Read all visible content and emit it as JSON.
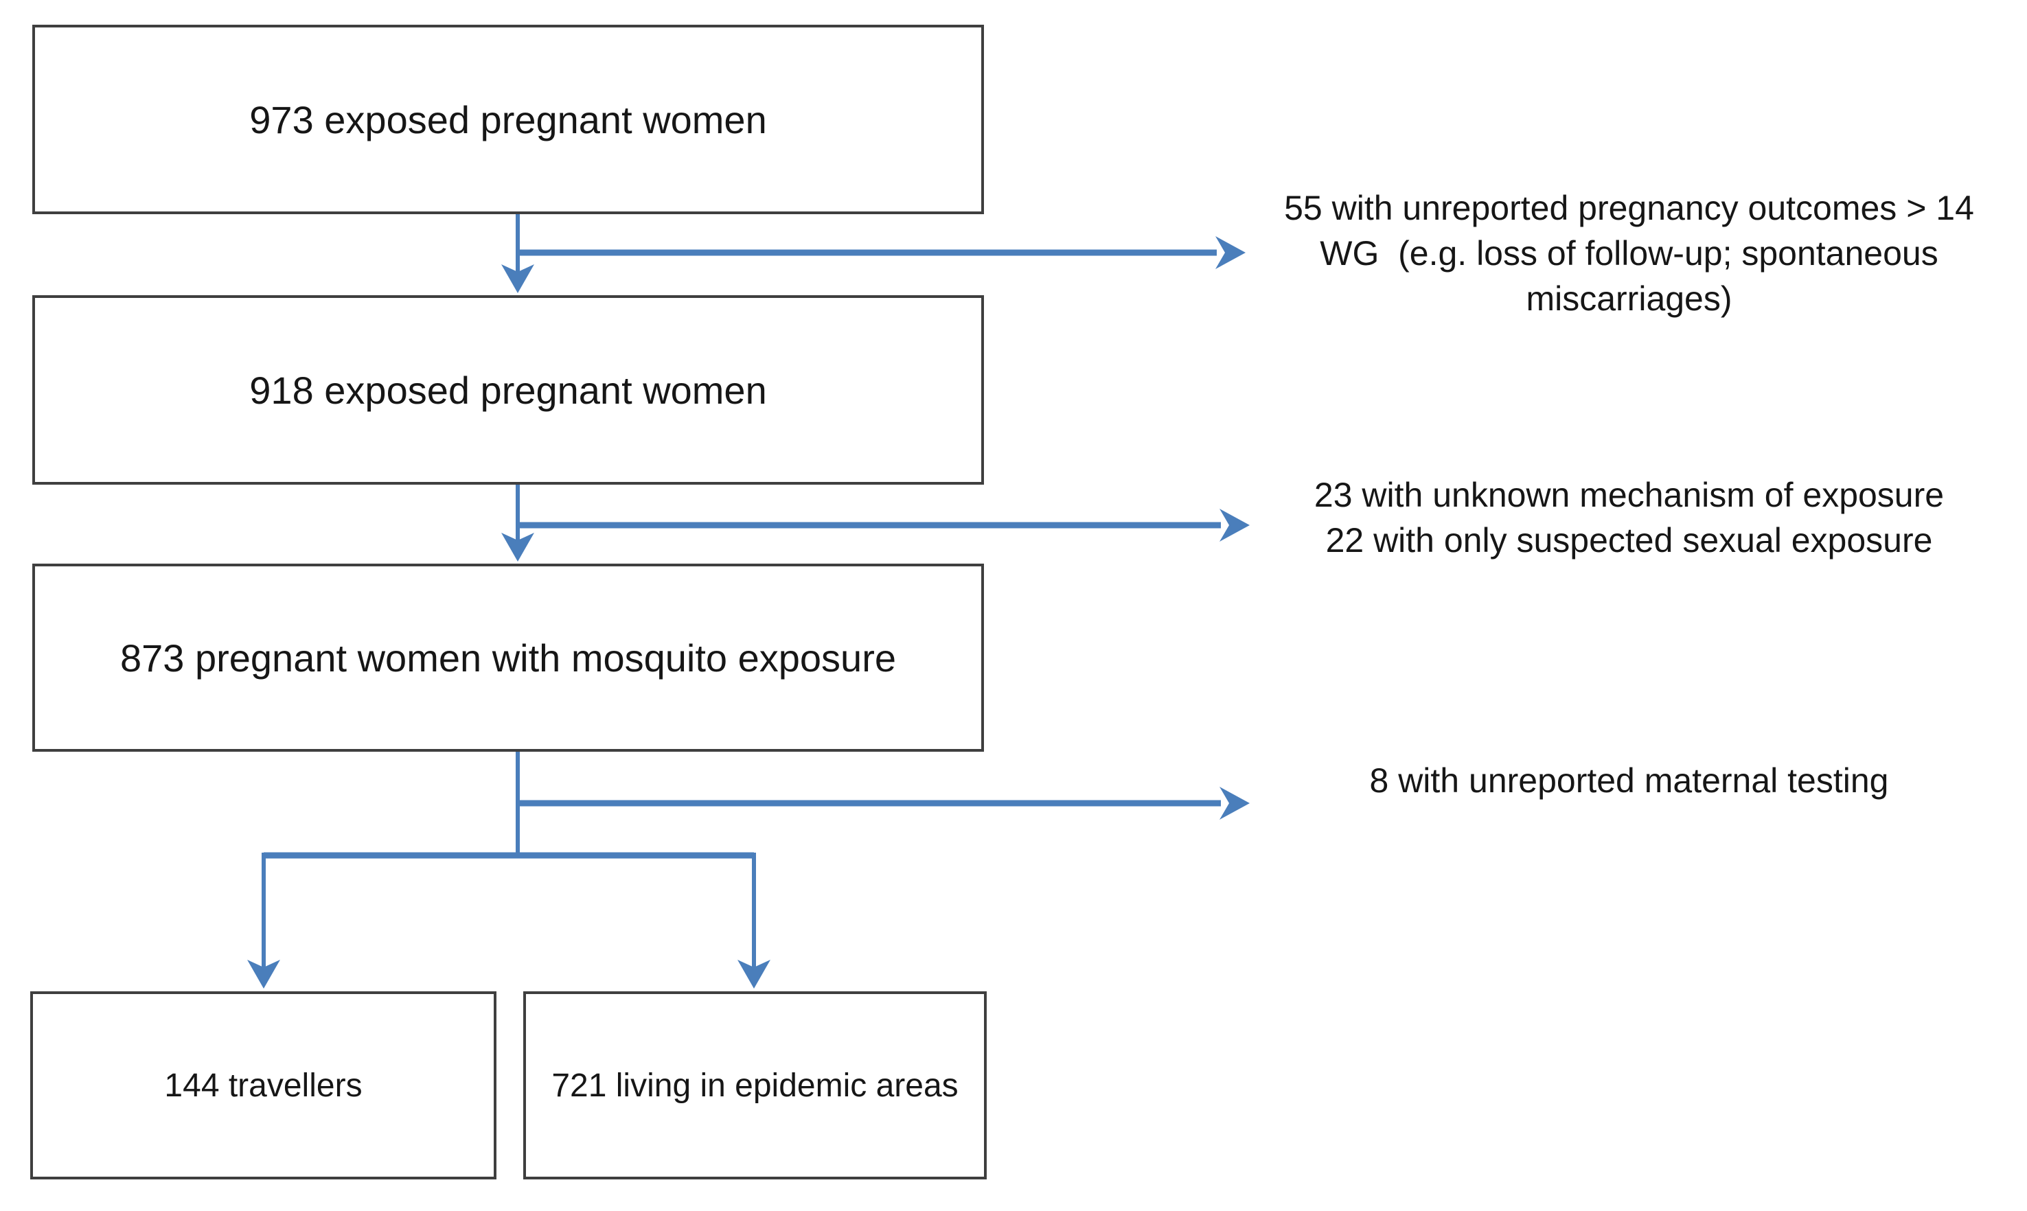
{
  "figure": {
    "type": "flowchart",
    "background": "#ffffff",
    "colors": {
      "arrow": "#4a7ebb",
      "box_border": "#3f3f3f",
      "text": "#161616"
    },
    "boxes": [
      {
        "label": "973 exposed pregnant women"
      },
      {
        "label": "918 exposed pregnant women"
      },
      {
        "label": "873 pregnant women with mosquito exposure"
      },
      {
        "label": "144 travellers"
      },
      {
        "label": "721 living in epidemic areas"
      }
    ],
    "exclusions": [
      {
        "lines": [
          "55 with unreported pregnancy outcomes > 14",
          "WG  (e.g. loss of follow-up; spontaneous",
          "miscarriages)"
        ]
      },
      {
        "lines": [
          "23 with unknown mechanism of exposure",
          "22 with only suspected sexual exposure"
        ]
      },
      {
        "lines": [
          "8 with unreported maternal testing"
        ]
      }
    ]
  }
}
